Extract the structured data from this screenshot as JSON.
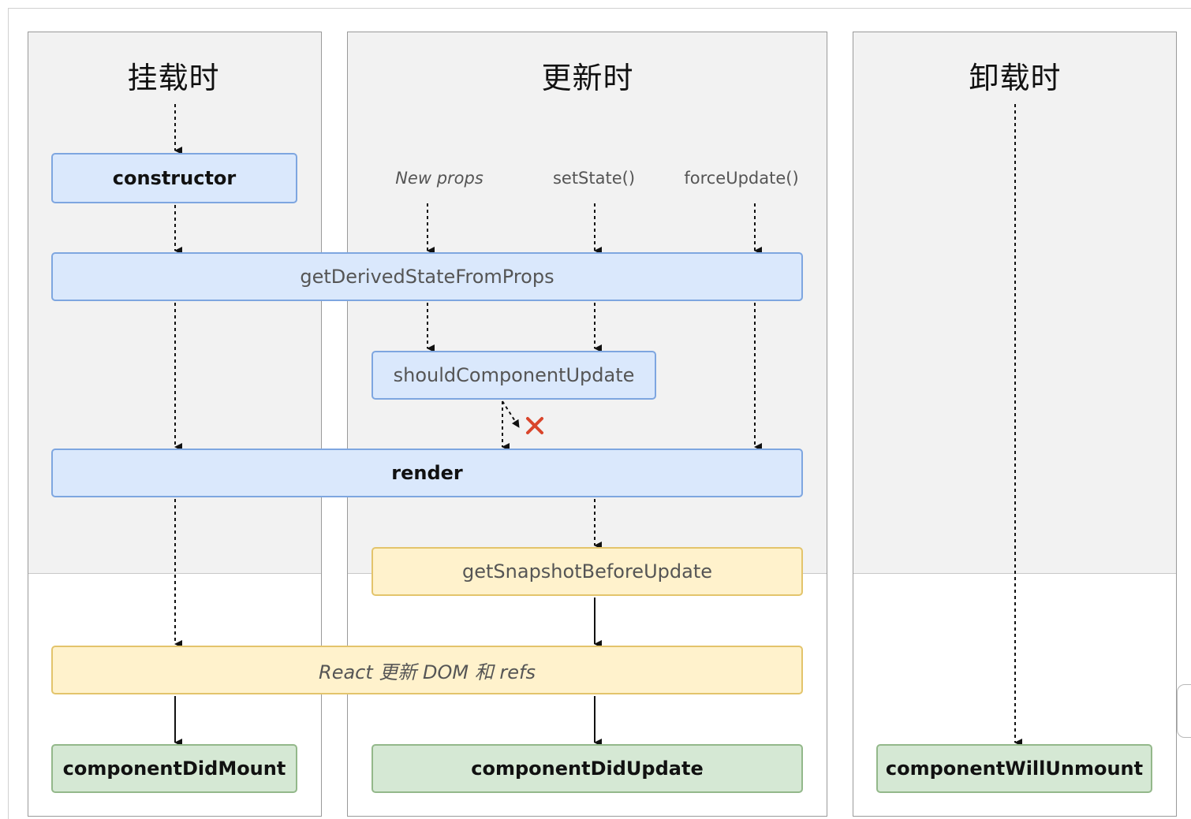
{
  "columns": {
    "mount": {
      "title": "挂载时"
    },
    "update": {
      "title": "更新时"
    },
    "unmount": {
      "title": "卸载时"
    }
  },
  "triggers": {
    "new_props": "New props",
    "set_state": "setState()",
    "force_update": "forceUpdate()"
  },
  "nodes": {
    "constructor": "constructor",
    "get_derived_state": "getDerivedStateFromProps",
    "should_component_update": "shouldComponentUpdate",
    "render": "render",
    "get_snapshot": "getSnapshotBeforeUpdate",
    "react_update_dom": "React 更新 DOM 和 refs",
    "component_did_mount": "componentDidMount",
    "component_did_update": "componentDidUpdate",
    "component_will_unmount": "componentWillUnmount"
  },
  "colors": {
    "blue_fill": "#dae8fc",
    "yellow_fill": "#fff2cc",
    "green_fill": "#d5e8d4",
    "cancel_mark": "#d9452b"
  },
  "icons": {
    "cancel": "cross-icon"
  }
}
